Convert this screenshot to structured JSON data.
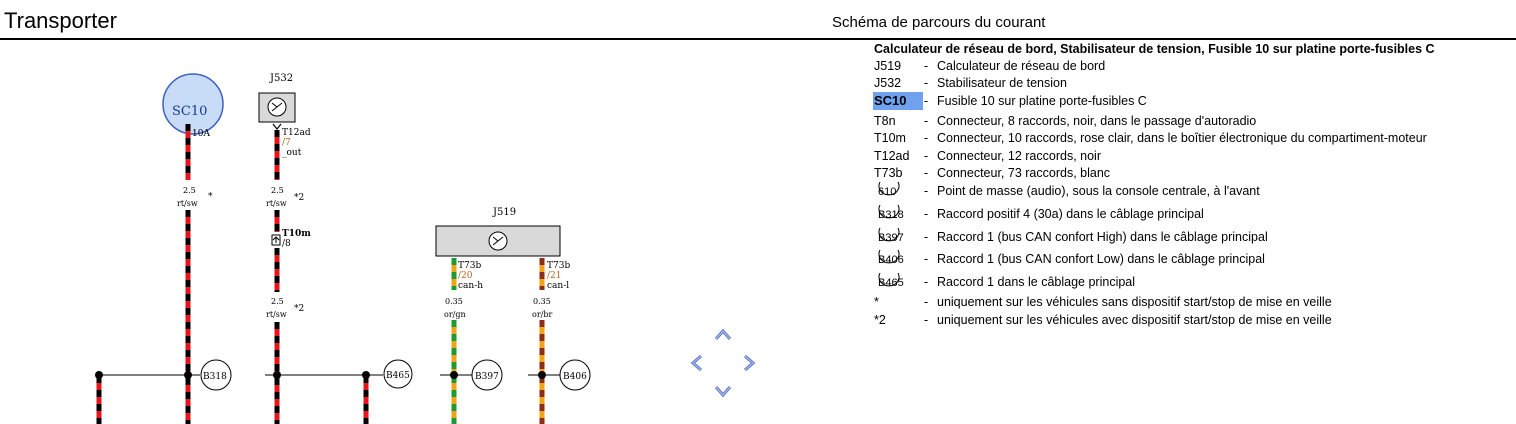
{
  "header": {
    "title": "Transporter",
    "subtitle": "Schéma de parcours du courant"
  },
  "legend": {
    "heading": "Calculateur de réseau de bord, Stabilisateur de tension, Fusible 10 sur platine porte-fusibles C",
    "items": [
      {
        "code": "J519",
        "desc": "Calculateur de réseau de bord"
      },
      {
        "code": "J532",
        "desc": "Stabilisateur de tension"
      },
      {
        "code": "SC10",
        "desc": "Fusible 10 sur platine porte-fusibles C"
      },
      {
        "code": "T8n",
        "desc": "Connecteur, 8 raccords, noir, dans le passage d'autoradio"
      },
      {
        "code": "T10m",
        "desc": "Connecteur, 10 raccords, rose clair, dans le boîtier électronique du compartiment-moteur"
      },
      {
        "code": "T12ad",
        "desc": "Connecteur, 12 raccords, noir"
      },
      {
        "code": "T73b",
        "desc": "Connecteur, 73 raccords, blanc"
      },
      {
        "code": "610",
        "desc": "Point de masse (audio), sous la console centrale, à l'avant"
      },
      {
        "code": "B318",
        "desc": "Raccord positif 4 (30a) dans le câblage principal"
      },
      {
        "code": "B397",
        "desc": "Raccord 1 (bus CAN confort High) dans le câblage principal"
      },
      {
        "code": "B406",
        "desc": "Raccord 1 (bus CAN confort Low) dans le câblage principal"
      },
      {
        "code": "B465",
        "desc": "Raccord 1 dans le câblage principal"
      },
      {
        "code": "*",
        "desc": "uniquement sur les véhicules sans dispositif start/stop de mise en veille"
      },
      {
        "code": "*2",
        "desc": "uniquement sur les véhicules avec dispositif start/stop de mise en veille"
      }
    ]
  },
  "diagram": {
    "fuse": {
      "name": "SC10",
      "rating": "10A"
    },
    "j532": {
      "name": "J532",
      "pin_conn": "T12ad",
      "pin_num": "/7",
      "pin_sig": "_out"
    },
    "j519": {
      "name": "J519",
      "pin1_conn": "T73b",
      "pin1_num": "/20",
      "pin1_sig": "can-h",
      "pin2_conn": "T73b",
      "pin2_num": "/21",
      "pin2_sig": "can-l"
    },
    "t10m": {
      "conn": "T10m",
      "num": "/8"
    },
    "wire_labels": {
      "w1_size": "2.5",
      "w1_color": "rt/sw",
      "w1_note": "*",
      "w2_size": "2.5",
      "w2_color": "rt/sw",
      "w2_note": "*2",
      "w3_size": "2.5",
      "w3_color": "rt/sw",
      "w3_note": "*2",
      "w4_size": "0.35",
      "w4_color": "or/gn",
      "w5_size": "0.35",
      "w5_color": "or/br"
    },
    "nodes": {
      "b318": "B318",
      "b465": "B465",
      "b397": "B397",
      "b406": "B406"
    }
  },
  "colors": {
    "wire_red": "#e8141b",
    "wire_black": "#000000",
    "wire_orange": "#f5a316",
    "wire_green": "#1d9b33",
    "wire_brown": "#8a2e1b",
    "fuse_fill": "#c9dcf7",
    "fuse_stroke": "#3b62c4",
    "highlight": "#6fa1ee",
    "component_fill": "#d9d9d9",
    "nav_arrow": "#5570c8"
  }
}
